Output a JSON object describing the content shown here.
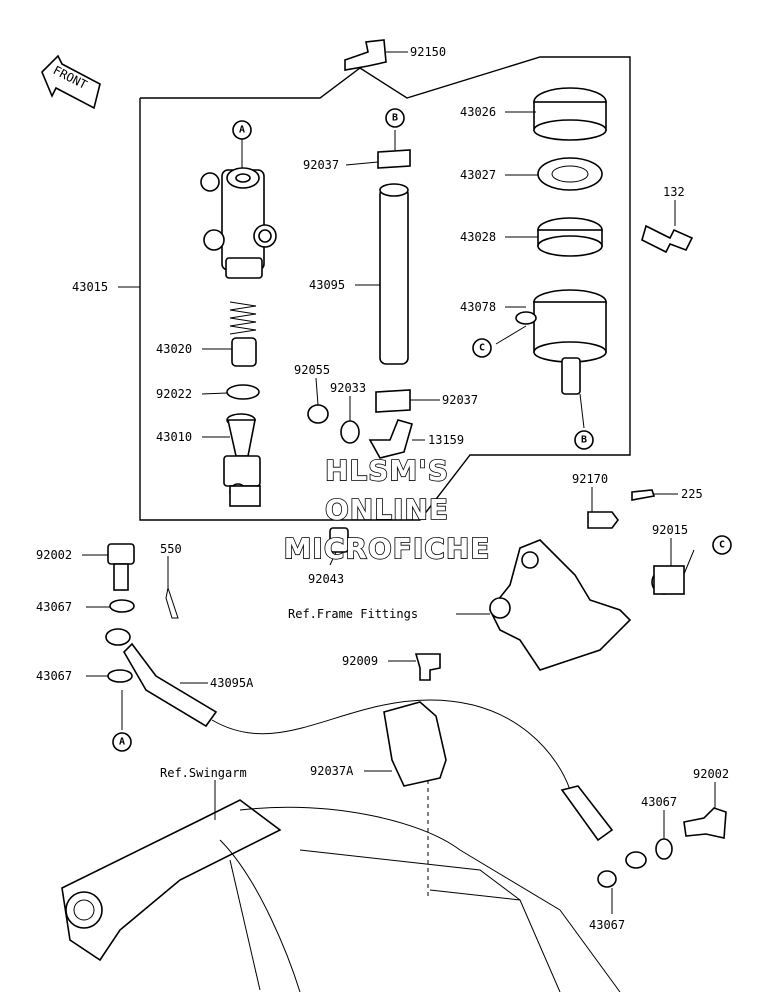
{
  "front_arrow": {
    "label": "FRONT"
  },
  "watermark": {
    "line1": "HLSM'S",
    "line2": "ONLINE",
    "line3": "MICROFICHE"
  },
  "callouts": {
    "a_top": "A",
    "a_bottom": "A",
    "b_top": "B",
    "b_bottom": "B",
    "c_left": "C",
    "c_right": "C"
  },
  "references": {
    "frame_fittings": "Ref.Frame Fittings",
    "swingarm": "Ref.Swingarm"
  },
  "part_labels": {
    "p92150": "92150",
    "p43026": "43026",
    "p92037_top": "92037",
    "p43027": "43027",
    "p132": "132",
    "p43028": "43028",
    "p43015": "43015",
    "p43095": "43095",
    "p43078": "43078",
    "p43020": "43020",
    "p92055": "92055",
    "p92033": "92033",
    "p92037_mid": "92037",
    "p92022": "92022",
    "p43010": "43010",
    "p13159": "13159",
    "p92170": "92170",
    "p225": "225",
    "p92015": "92015",
    "p92002_left": "92002",
    "p550": "550",
    "p92043": "92043",
    "p43067_a": "43067",
    "p43067_b": "43067",
    "p43095A": "43095A",
    "p92009": "92009",
    "p92037A": "92037A",
    "p92002_right": "92002",
    "p43067_c": "43067",
    "p43067_d": "43067"
  },
  "colors": {
    "line": "#000000",
    "background": "#ffffff"
  }
}
